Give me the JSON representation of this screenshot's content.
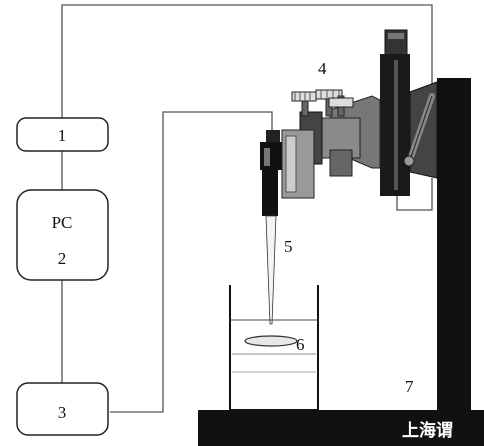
{
  "diagram": {
    "boxes": {
      "box1": "1",
      "pc_title": "PC",
      "pc_number": "2",
      "box3": "3"
    },
    "callouts": {
      "label4": "4",
      "label5": "5",
      "label6": "6",
      "label7": "7"
    },
    "watermark": "上海谓"
  }
}
